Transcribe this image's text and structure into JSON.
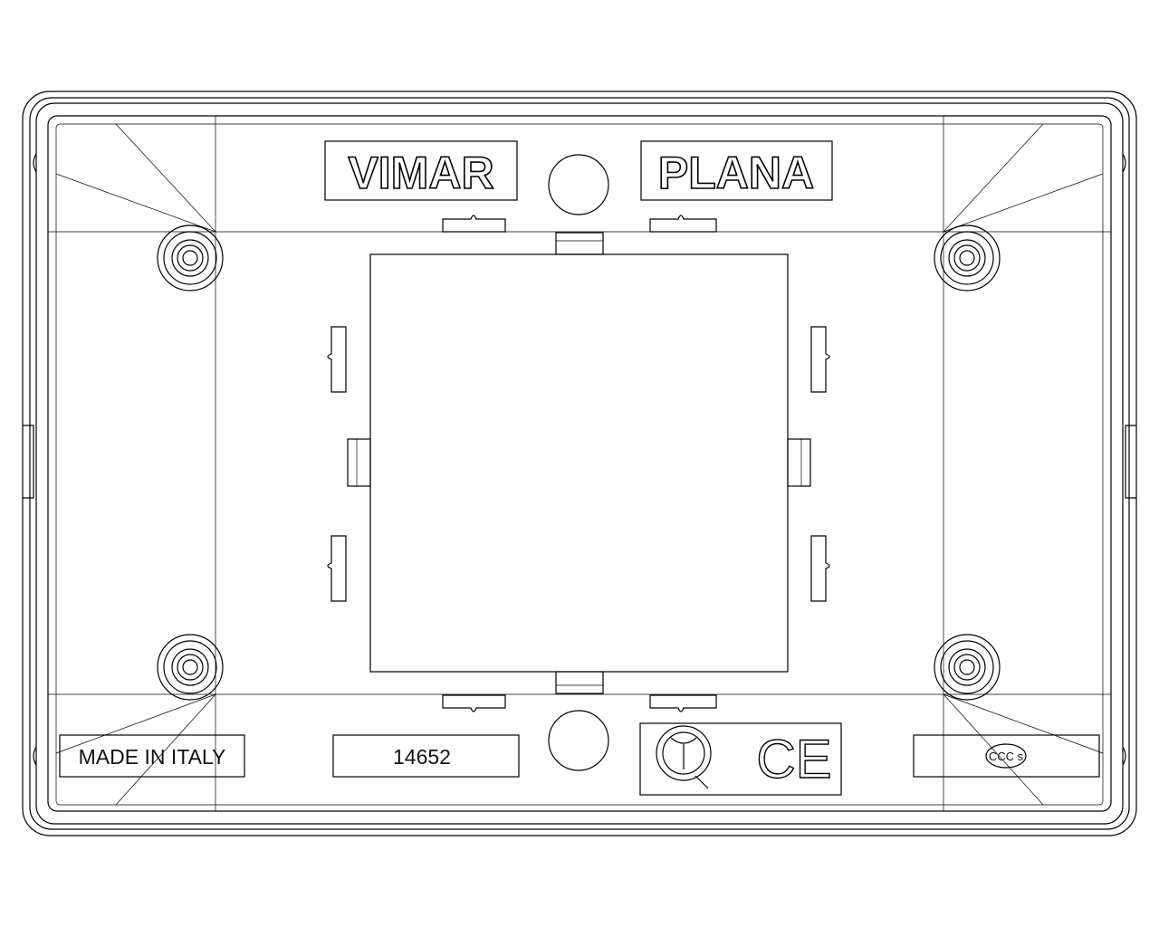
{
  "plate": {
    "brand_label": "VIMAR",
    "series_label": "PLANA",
    "origin_label": "MADE IN ITALY",
    "code_label": "14652",
    "ce_mark": "CE",
    "imq_mark": "IMQ",
    "ccc_mark": "CCC s"
  },
  "colors": {
    "line": "#000000",
    "background": "#ffffff"
  }
}
